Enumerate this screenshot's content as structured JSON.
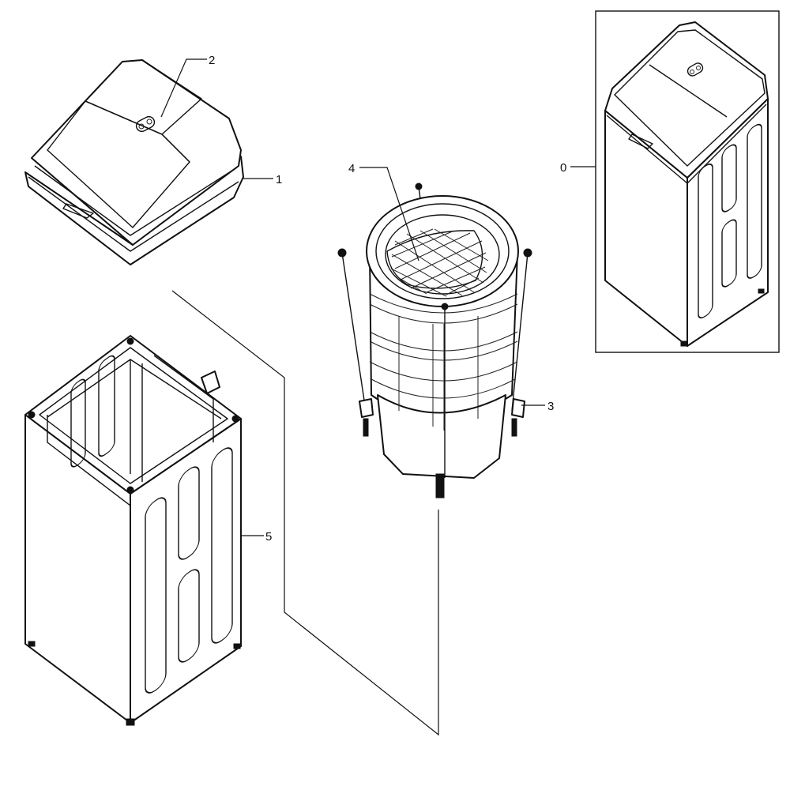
{
  "callouts": {
    "assembly": "0",
    "top_cover": "1",
    "lid": "2",
    "tub_assembly": "3",
    "pulsator": "4",
    "cabinet": "5"
  },
  "colors": {
    "line": "#111111",
    "background": "#ffffff"
  }
}
